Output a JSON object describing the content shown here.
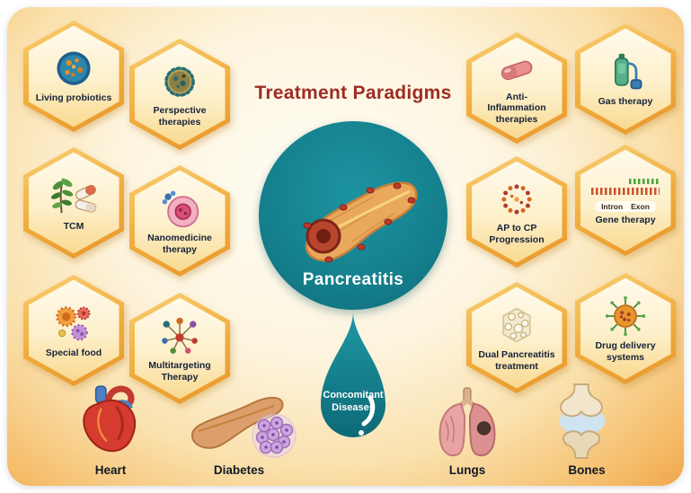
{
  "title": "Treatment Paradigms",
  "center": {
    "label": "Pancreatitis"
  },
  "drop": {
    "line1": "Concomitant",
    "line2": "Diseases"
  },
  "hexagons": [
    {
      "label": "Living probiotics",
      "icon": "petri-dish-icon"
    },
    {
      "label": "Perspective therapies",
      "icon": "microbe-icon"
    },
    {
      "label": "TCM",
      "icon": "herb-pills-icon"
    },
    {
      "label": "Nanomedicine therapy",
      "icon": "cell-icon"
    },
    {
      "label": "Special food",
      "icon": "food-microbes-icon"
    },
    {
      "label": "Multitargeting Therapy",
      "icon": "target-network-icon"
    },
    {
      "label": "Anti-Inflammation therapies",
      "icon": "capsule-icon"
    },
    {
      "label": "Gas therapy",
      "icon": "gas-cylinder-icon"
    },
    {
      "label": "AP to CP Progression",
      "icon": "dotted-cycle-icon"
    },
    {
      "label": "Gene therapy",
      "icon": "gene-sequence-icon"
    },
    {
      "label": "Dual Pancreatitis treatment",
      "icon": "porous-particle-icon"
    },
    {
      "label": "Drug delivery systems",
      "icon": "nanoparticle-icon"
    }
  ],
  "gene_icon": {
    "intron": "Intron",
    "exon": "Exon"
  },
  "organs": [
    {
      "label": "Heart",
      "icon": "heart-icon"
    },
    {
      "label": "Diabetes",
      "icon": "pancreas-islets-icon"
    },
    {
      "label": "Lungs",
      "icon": "lungs-icon"
    },
    {
      "label": "Bones",
      "icon": "knee-joint-icon"
    }
  ],
  "colors": {
    "background_edge": "#f0a64c",
    "background_center": "#fffef6",
    "hexagon_border": "#eca239",
    "hexagon_fill": "#fdf3d6",
    "title_text": "#9d2c22",
    "center_circle": "#15808d",
    "drop": "#0e6b77",
    "label_text": "#16223a"
  }
}
